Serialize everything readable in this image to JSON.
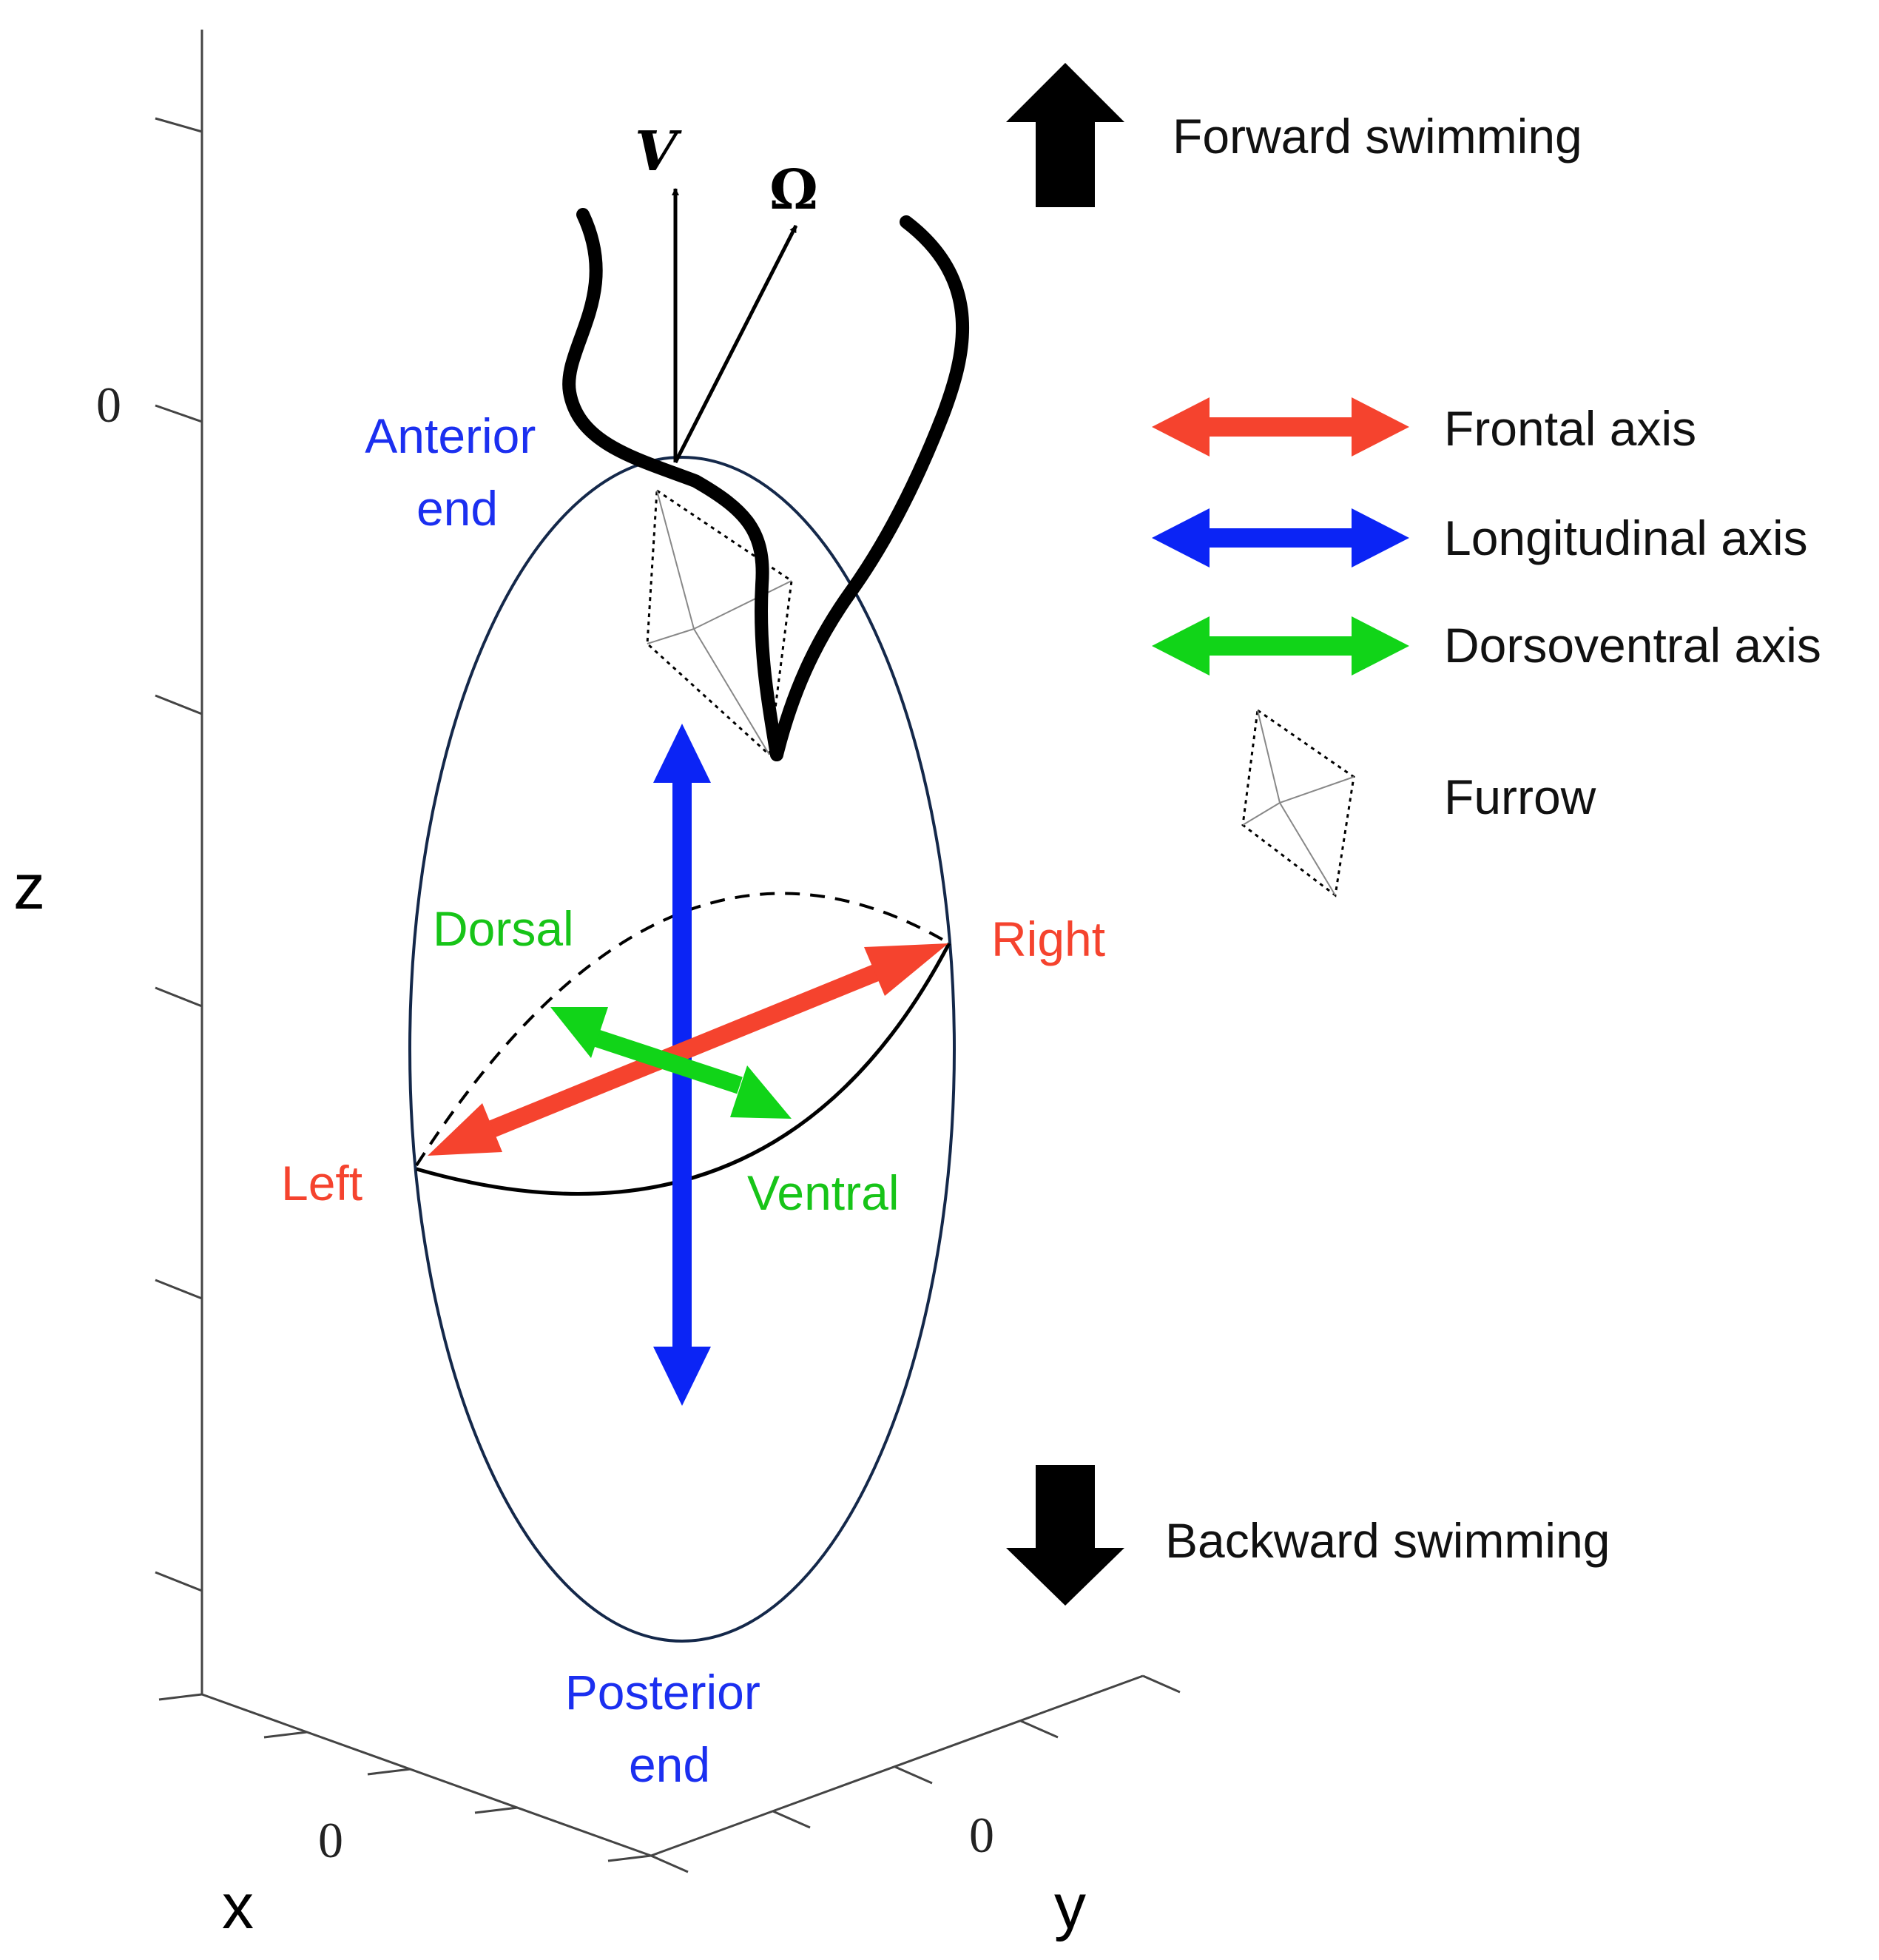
{
  "colors": {
    "frontal": "#f5432e",
    "longitudinal": "#0b24f5",
    "dorsoventral": "#11d418",
    "body_outline": "#14284a",
    "text_blue": "#1b2ff0",
    "text_red": "#f5432e",
    "text_green": "#17c418"
  },
  "axes": {
    "z": {
      "name": "z",
      "tick_label": "0"
    },
    "x": {
      "name": "x",
      "tick_label": "0"
    },
    "y": {
      "name": "y",
      "tick_label": "0"
    }
  },
  "body": {
    "anterior_label": [
      "Anterior",
      "end"
    ],
    "posterior_label": [
      "Posterior",
      "end"
    ],
    "right_label": "Right",
    "left_label": "Left",
    "dorsal_label": "Dorsal",
    "ventral_label": "Ventral"
  },
  "vectors": {
    "velocity": "V",
    "angular": "Ω"
  },
  "legend": {
    "forward": "Forward swimming",
    "backward": "Backward swimming",
    "items": [
      {
        "label": "Frontal axis",
        "color": "#f5432e"
      },
      {
        "label": "Longitudinal axis",
        "color": "#0b24f5"
      },
      {
        "label": "Dorsoventral axis",
        "color": "#11d418"
      },
      {
        "label": "Furrow",
        "icon": "furrow-icon"
      }
    ]
  }
}
